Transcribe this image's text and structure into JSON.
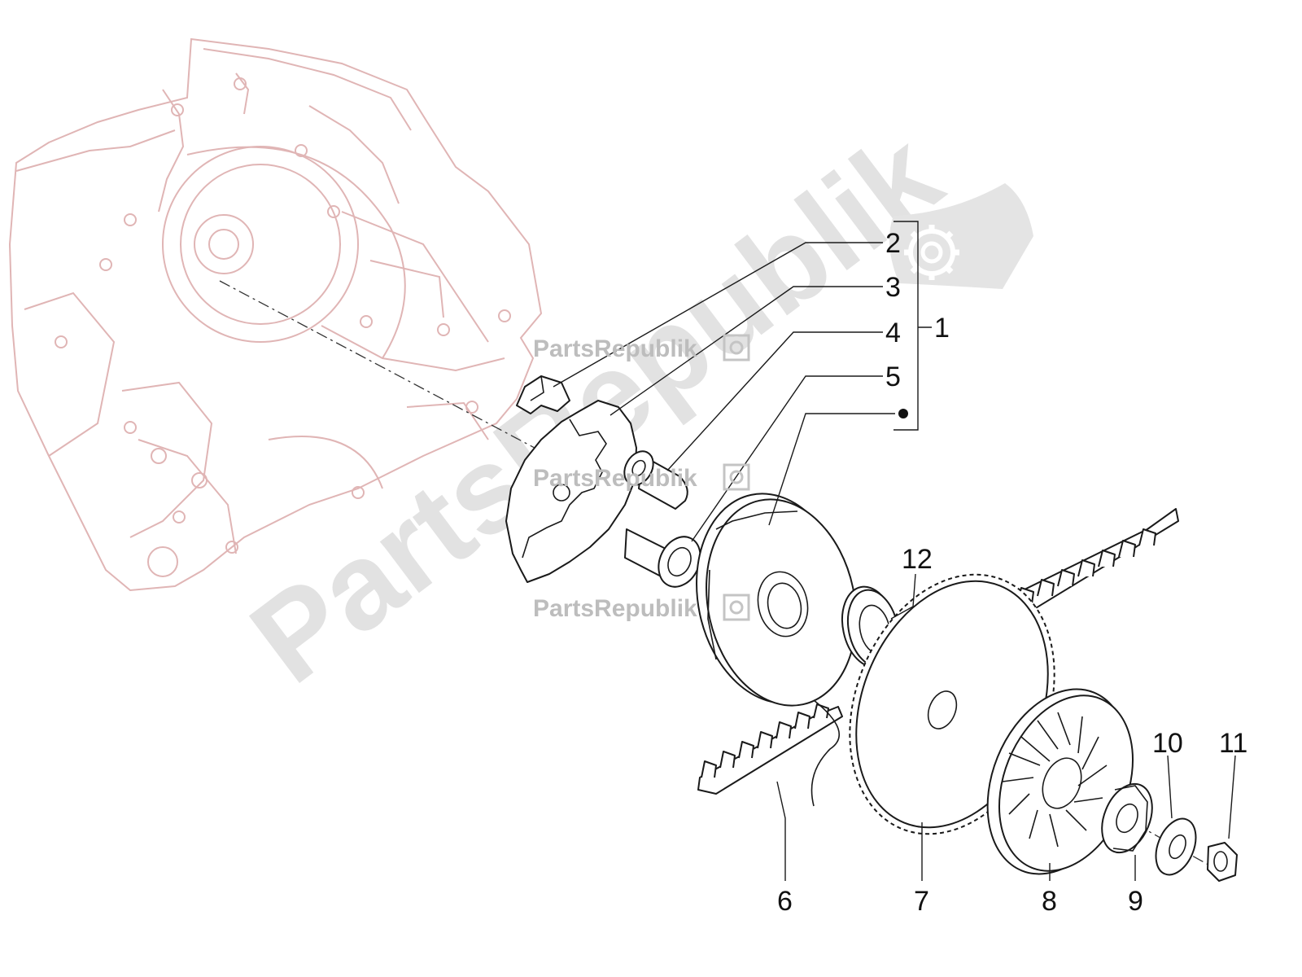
{
  "watermark": {
    "brand_large": "PartsRepublik",
    "brand_small": "PartsRepublik"
  },
  "callouts": {
    "c1": "1",
    "c2": "2",
    "c3": "3",
    "c4": "4",
    "c5": "5",
    "c6": "6",
    "c7": "7",
    "c8": "8",
    "c9": "9",
    "c10": "10",
    "c11": "11",
    "c12": "12"
  },
  "colors": {
    "engine_outline": "#e0b5b5",
    "part_outline": "#1a1a1a",
    "watermark": "#d9d9d9"
  },
  "icons": [
    "gear-icon"
  ]
}
